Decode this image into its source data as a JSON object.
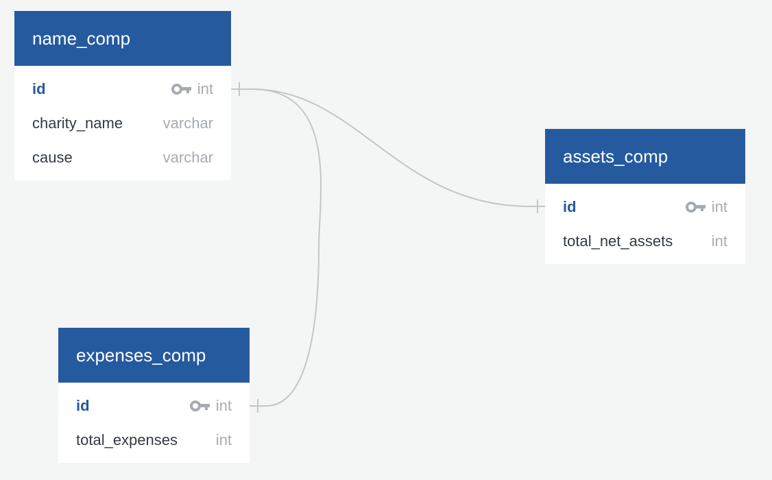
{
  "colors": {
    "background": "#f4f5f5",
    "header": "#255a9e",
    "primary_key": "#255a9e",
    "field_name": "#333a44",
    "field_type": "#a6abb1",
    "relation_line": "#c3c6c8"
  },
  "tables": {
    "name_comp": {
      "title": "name_comp",
      "fields": [
        {
          "name": "id",
          "type": "int",
          "primary_key": true,
          "icon": "key-icon"
        },
        {
          "name": "charity_name",
          "type": "varchar"
        },
        {
          "name": "cause",
          "type": "varchar"
        }
      ]
    },
    "assets_comp": {
      "title": "assets_comp",
      "fields": [
        {
          "name": "id",
          "type": "int",
          "primary_key": true,
          "icon": "key-icon"
        },
        {
          "name": "total_net_assets",
          "type": "int"
        }
      ]
    },
    "expenses_comp": {
      "title": "expenses_comp",
      "fields": [
        {
          "name": "id",
          "type": "int",
          "primary_key": true,
          "icon": "key-icon"
        },
        {
          "name": "total_expenses",
          "type": "int"
        }
      ]
    }
  },
  "relationships": [
    {
      "from": "name_comp.id",
      "to": "assets_comp.id",
      "cardinality": "one-to-one"
    },
    {
      "from": "name_comp.id",
      "to": "expenses_comp.id",
      "cardinality": "one-to-one"
    }
  ]
}
